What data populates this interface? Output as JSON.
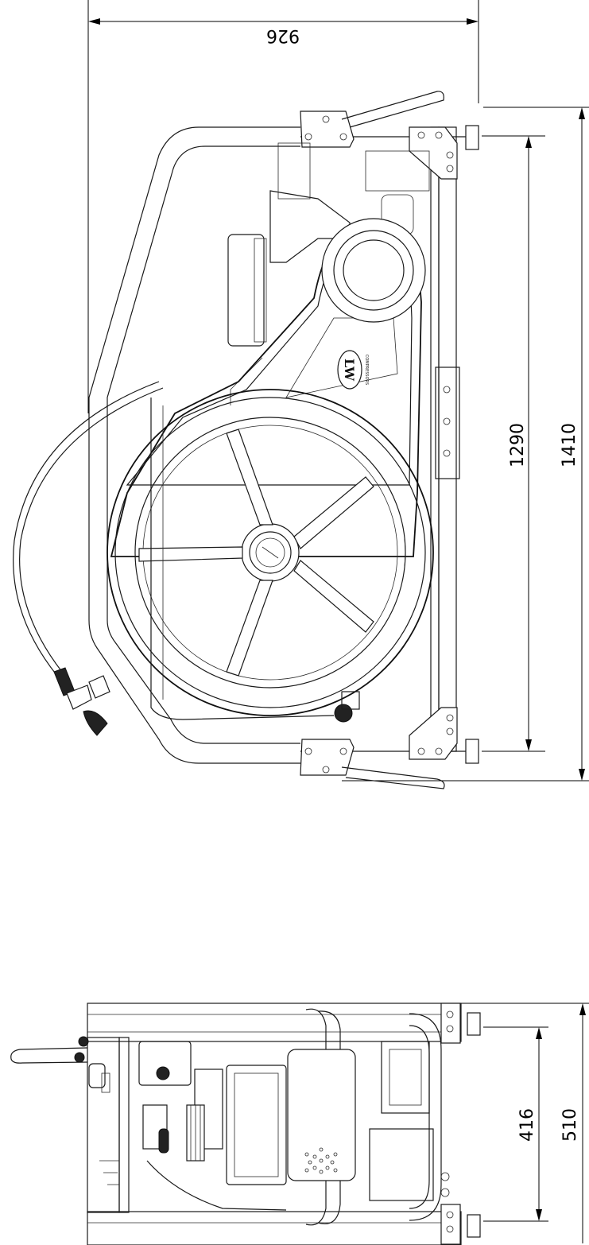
{
  "dimensions": {
    "top_width": "926",
    "side_inner": "1290",
    "side_outer": "1410",
    "bottom_inner": "416",
    "bottom_outer": "510"
  },
  "logo": {
    "mark": "LW",
    "subtitle": "COMPRESSORS"
  },
  "colors": {
    "line": "#1a1a1a",
    "background": "#ffffff"
  }
}
